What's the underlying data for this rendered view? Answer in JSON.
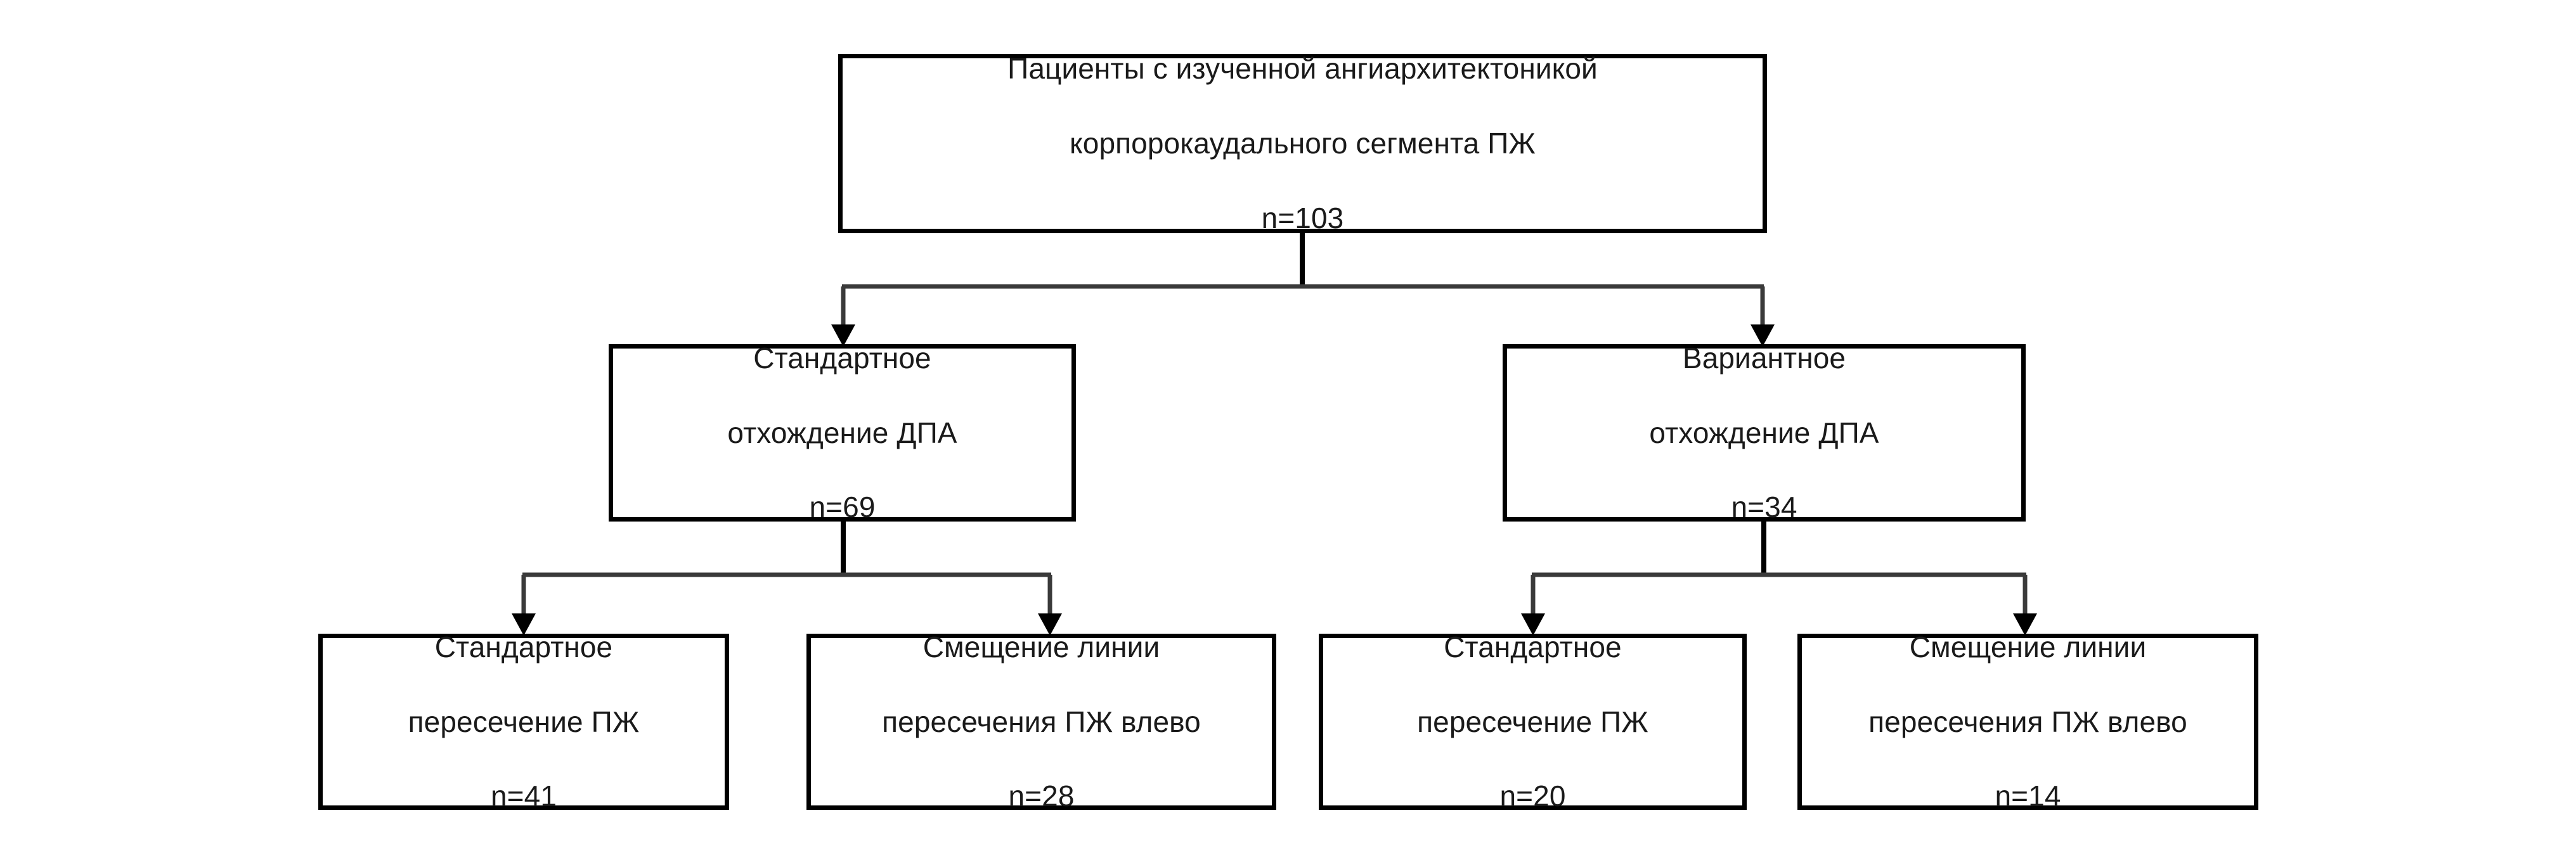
{
  "diagram": {
    "title": "Flowchart of patients by pancreatic angioarchitecture",
    "language": "ru",
    "colors": {
      "box_border": "#000000",
      "text": "#1a1a1a",
      "connector": "#3a3a3a",
      "background": "#ffffff"
    },
    "nodes": [
      {
        "id": "root",
        "line1": "Пациенты с изученной ангиархитектоникой",
        "line2": "корпорокаудального сегмента ПЖ",
        "line3": "n=103",
        "count_label": "n=103",
        "count": 103
      },
      {
        "id": "standard-dpa",
        "line1": "Стандартное",
        "line2": "отхождение ДПА",
        "line3": "n=69",
        "count_label": "n=69",
        "count": 69
      },
      {
        "id": "variant-dpa",
        "line1": "Вариантное",
        "line2": "отхождение ДПА",
        "line3": "n=34",
        "count_label": "n=34",
        "count": 34
      },
      {
        "id": "standard-cross-left",
        "line1": "Стандартное",
        "line2": "пересечение ПЖ",
        "line3": "n=41",
        "count_label": "n=41",
        "count": 41
      },
      {
        "id": "shifted-cross-left",
        "line1": "Смещение линии",
        "line2": "пересечения ПЖ влево",
        "line3": "n=28",
        "count_label": "n=28",
        "count": 28
      },
      {
        "id": "standard-cross-right",
        "line1": "Стандартное",
        "line2": "пересечение ПЖ",
        "line3": "n=20",
        "count_label": "n=20",
        "count": 20
      },
      {
        "id": "shifted-cross-right",
        "line1": "Смещение линии",
        "line2": "пересечения ПЖ влево",
        "line3": "n=14",
        "count_label": "n=14",
        "count": 14
      }
    ]
  }
}
